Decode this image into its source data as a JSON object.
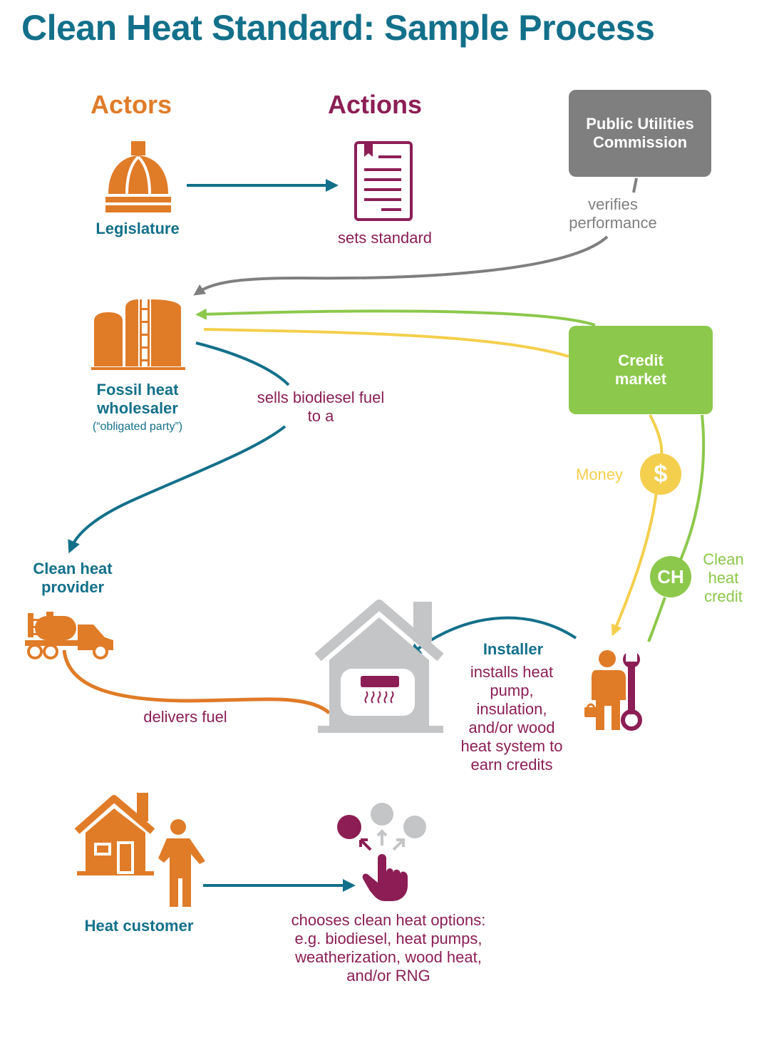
{
  "title": "Clean Heat Standard: Sample Process",
  "headers": {
    "actors": "Actors",
    "actions": "Actions"
  },
  "nodes": {
    "puc": "Public Utilities Commission",
    "credit_market": "Credit market",
    "legislature": "Legislature",
    "sets_standard": "sets standard",
    "verifies_performance": "verifies performance",
    "fossil_wholesaler": "Fossil heat wholesaler",
    "obligated_party": "(“obligated party”)",
    "sells_biodiesel": "sells biodiesel fuel to a",
    "clean_heat_provider": "Clean heat provider",
    "delivers_fuel": "delivers fuel",
    "money": "Money",
    "money_symbol": "$",
    "ch_badge": "CH",
    "clean_heat_credit": "Clean heat credit",
    "installer": "Installer",
    "installer_action": "installs heat pump, insulation, and/or wood heat system to earn credits",
    "heat_customer": "Heat customer",
    "customer_action": "chooses clean heat options:  e.g. biodiesel, heat pumps, weatherization, wood heat, and/or RNG"
  },
  "colors": {
    "teal": "#13708a",
    "orange": "#e07b28",
    "purple": "#8c1e55",
    "gray": "#7f7f80",
    "green": "#8cc84b",
    "yellow": "#f4cf4d",
    "house_gray": "#c4c5c6"
  },
  "icons": [
    "capitol-dome-icon",
    "document-icon",
    "storage-tanks-icon",
    "tanker-truck-icon",
    "house-heat-pump-icon",
    "installer-wrench-icon",
    "customer-house-icon",
    "choice-tap-icon",
    "money-icon"
  ]
}
